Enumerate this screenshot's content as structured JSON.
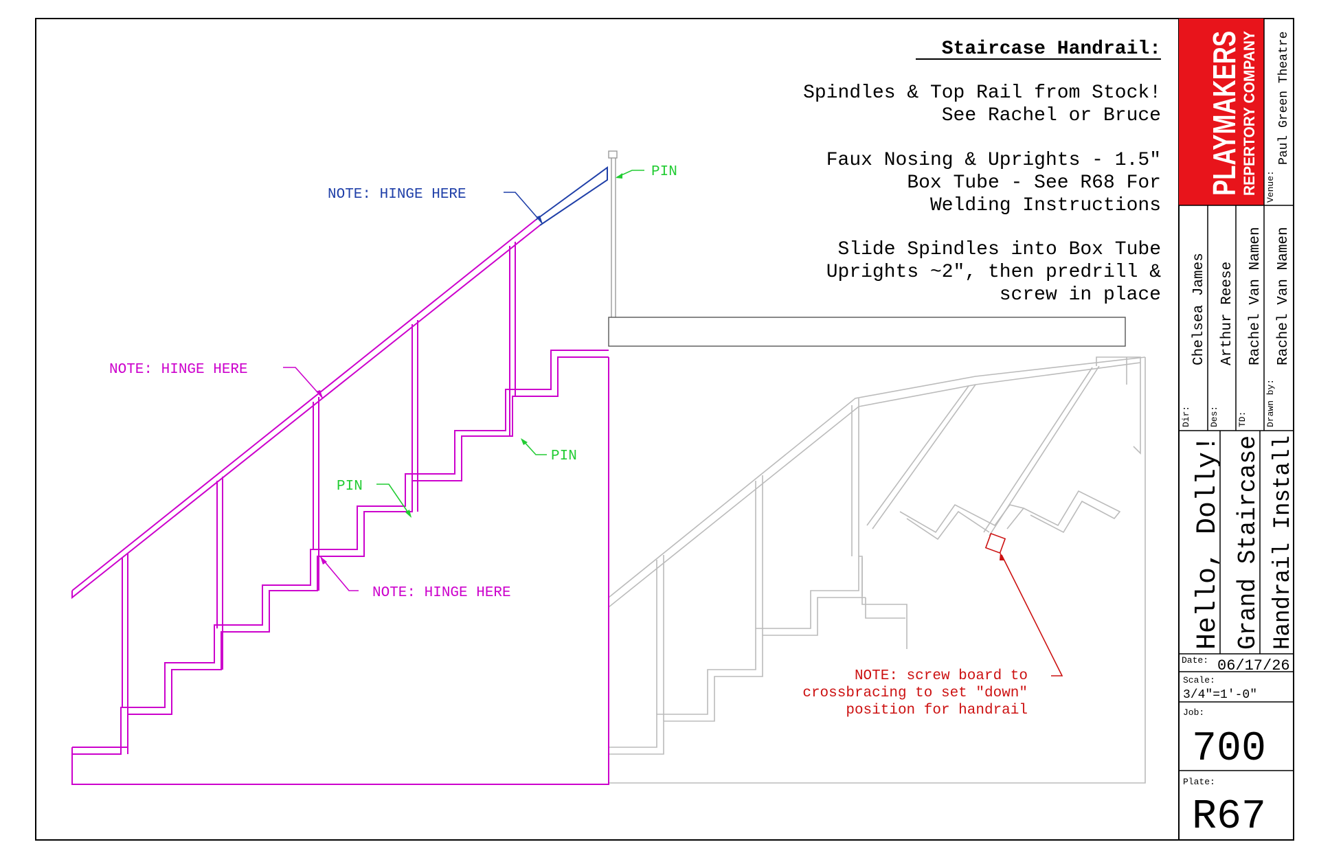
{
  "notes": {
    "title": "Staircase Handrail:",
    "block1_line1": "Spindles & Top Rail from Stock!",
    "block1_line2": "See Rachel or Bruce",
    "block2_line1": "Faux Nosing & Uprights - 1.5\"",
    "block2_line2": "Box Tube - See R68 For",
    "block2_line3": "Welding Instructions",
    "block3_line1": "Slide Spindles into Box Tube",
    "block3_line2": "Uprights ~2\", then predrill &",
    "block3_line3": "screw in place"
  },
  "callouts": {
    "hinge_top": "NOTE: HINGE HERE",
    "hinge_mid": "NOTE: HINGE HERE",
    "hinge_low": "NOTE: HINGE HERE",
    "pin_top": "PIN",
    "pin_right": "PIN",
    "pin_left": "PIN",
    "screw_line1": "NOTE: screw board to",
    "screw_line2": "crossbracing to set \"down\"",
    "screw_line3": "position for handrail"
  },
  "title_block": {
    "company_line1": "PLAYMAKERS",
    "company_line2": "REPERTORY COMPANY",
    "venue_label": "Venue:",
    "venue": "Paul Green Theatre",
    "dir_label": "Dir:",
    "dir": "Chelsea James",
    "des_label": "Des:",
    "des": "Arthur Reese",
    "td_label": "TD:",
    "td": "Rachel Van Namen",
    "drawn_label": "Drawn by:",
    "drawn": "Rachel Van Namen",
    "show": "Hello, Dolly!",
    "piece": "Grand Staircase",
    "sheet_title": "Handrail Install",
    "date_label": "Date:",
    "date": "06/17/26",
    "scale_label": "Scale:",
    "scale": "3/4\"=1'-0\"",
    "job_label": "Job:",
    "job": "700",
    "plate_label": "Plate:",
    "plate": "R67"
  },
  "colors": {
    "magenta": "#CC00CC",
    "blue": "#1F3FA8",
    "green": "#22CC33",
    "red": "#CC1111",
    "gray": "#BBBBBB",
    "brand_red": "#E8141B",
    "ink": "#000000"
  }
}
